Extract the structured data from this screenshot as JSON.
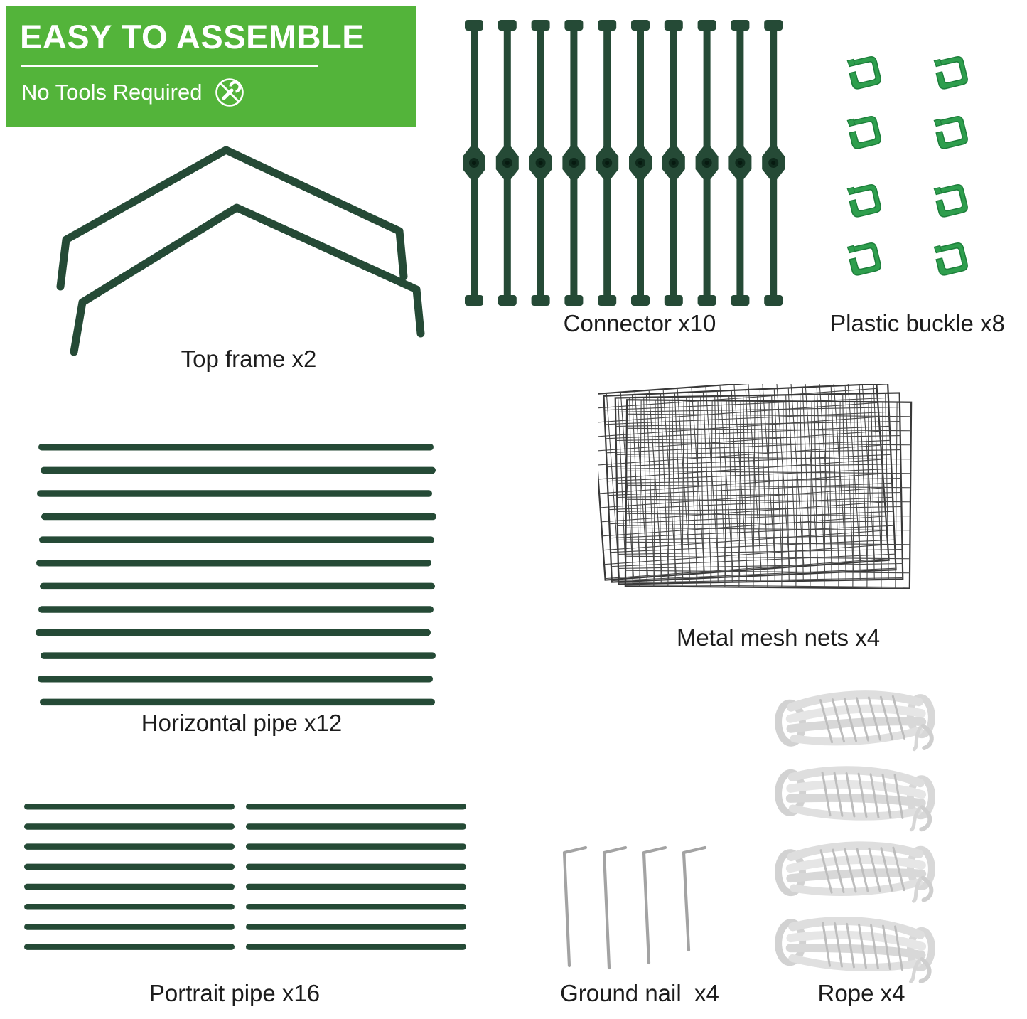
{
  "banner": {
    "title": "EASY TO ASSEMBLE",
    "subtitle": "No Tools Required",
    "bg_color": "#53b43a"
  },
  "icons": {
    "no_tools": "crossed-wrench-icon"
  },
  "parts": {
    "top_frame": {
      "label": "Top frame x2",
      "count": 2
    },
    "connector": {
      "label": "Connector x10",
      "count": 10
    },
    "plastic_buckle": {
      "label": "Plastic buckle x8",
      "count": 8
    },
    "horizontal_pipe": {
      "label": "Horizontal pipe x12",
      "count": 12
    },
    "metal_mesh": {
      "label": "Metal mesh nets x4",
      "count": 4
    },
    "rope": {
      "label": "Rope x4",
      "count": 4
    },
    "portrait_pipe": {
      "label": "Portrait pipe x16",
      "count": 16
    },
    "ground_nail": {
      "label": "Ground nail  x4",
      "count": 4
    }
  },
  "colors": {
    "pipe_green": "#254a36",
    "pipe_dark": "#0f2a1c",
    "banner_green": "#53b43a",
    "buckle_green": "#2e9e4d",
    "buckle_edge": "#1d7f3b",
    "mesh_wire": "#474747",
    "nail_gray": "#a3a3a3",
    "label_text": "#1c1c1c"
  }
}
